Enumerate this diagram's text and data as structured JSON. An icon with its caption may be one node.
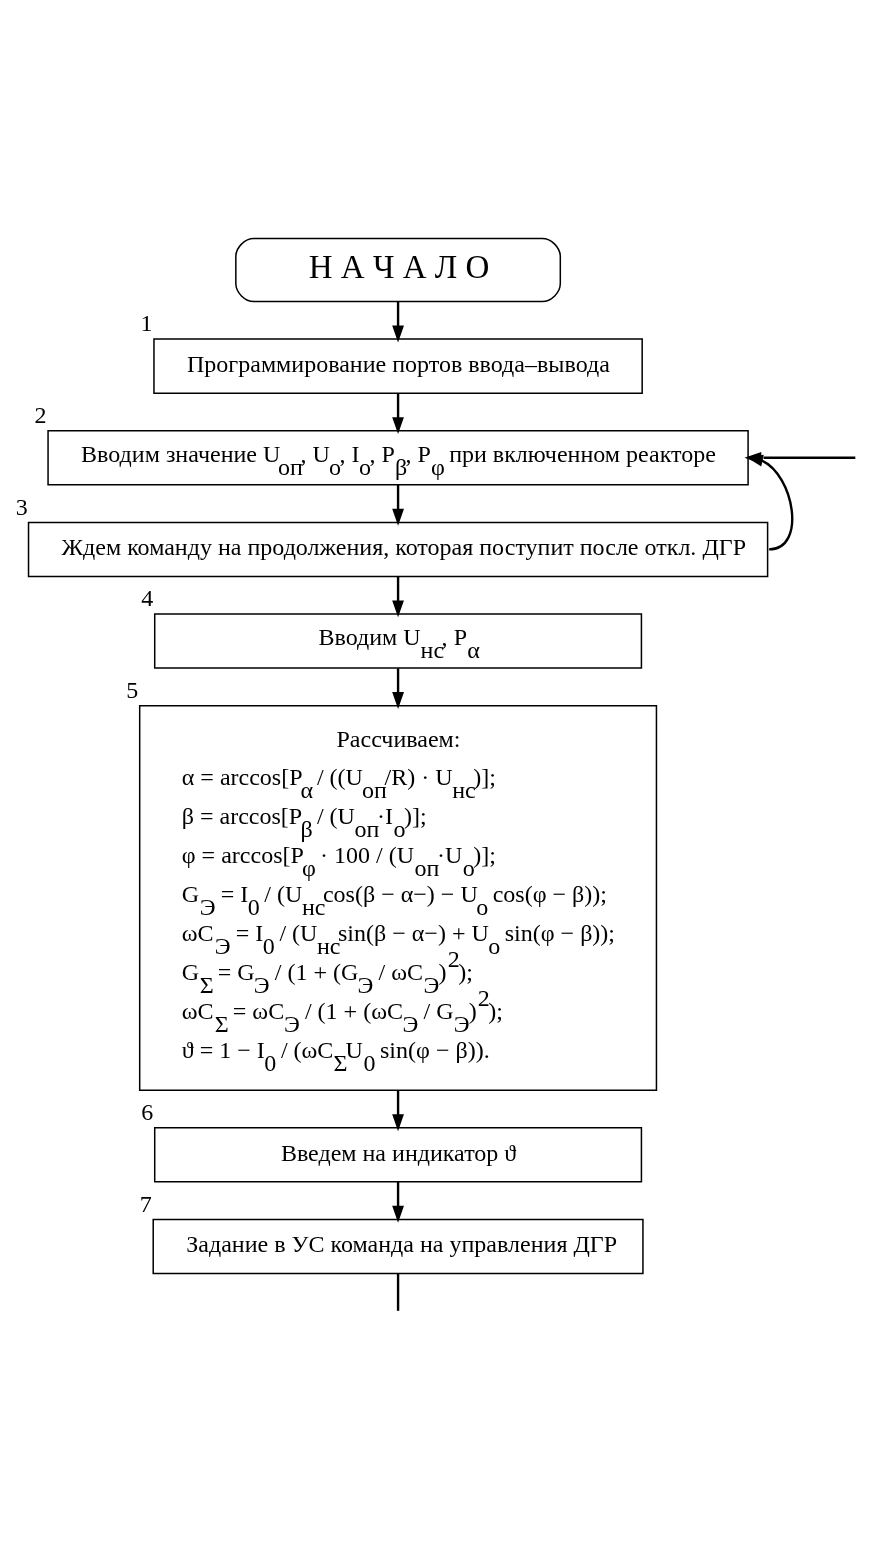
{
  "diagram": {
    "nodes": [
      {
        "text": [
          "Н А Ч А Л О"
        ]
      },
      {
        "text": [
          "Программирование портов ввода–вывода"
        ],
        "beside": [
          "1"
        ]
      },
      {
        "text": [
          "Вводим значение U$_{оп}$, U$_{о}$, I$_{о}$, P$_{β}$, P$_{φ}$ при включенном реакторе"
        ],
        "beside": [
          "2"
        ]
      },
      {
        "text": [
          "Ждем команду на продолжения, которая поступит после откл. ДГР"
        ],
        "beside": [
          "3"
        ]
      },
      {
        "text": [
          "Вводим U$_{нс}$, P$_{α}$"
        ],
        "beside": [
          "4"
        ]
      },
      {
        "text": [
          "Рассчиваем:",
          "α = arccos[P$_{α}$ / ((U$_{оп}$/R) · U$_{нс}$)];",
          "β = arccos[P$_{β}$ / (U$_{оп}$·I$_{о}$)];",
          "φ = arccos[P$_{φ}$ · 100 / (U$_{оп}$·U$_{о}$)];",
          "G$_{Э}$ = I$_{0}$ / (U$_{нс}$cos(β − α−) − U$_{о}$ cos(φ − β));",
          "ωC$_{Э}$ = I$_{0}$ / (U$_{нс}$sin(β − α−) + U$_{о}$ sin(φ − β));",
          "G$_{Σ}$ = G$_{Э}$ / (1 + (G$_{Э}$ / ωC$_{Э}$)$^{2}$);",
          "ωC$_{Σ}$ = ωC$_{Э}$ / (1 + (ωC$_{Э}$ / G$_{Э}$)$^{2}$);",
          "ϑ = 1 − I$_{0}$ / (ωC$_{Σ}$U$_{0}$ sin(φ − β))."
        ],
        "beside": [
          "5"
        ]
      },
      {
        "text": [
          "Введем на индикатор ϑ"
        ],
        "beside": [
          "6"
        ]
      },
      {
        "text": [
          "Задание в УС команда на управления ДГР"
        ],
        "beside": [
          "7"
        ]
      }
    ],
    "edges": [
      {
        "from": 0,
        "to": 1,
        "arrow": "to"
      },
      {
        "from": 1,
        "to": 2,
        "arrow": "to"
      },
      {
        "from": 2,
        "to": 3,
        "arrow": "to"
      },
      {
        "from": 3,
        "to": 2,
        "arrow": "to"
      },
      {
        "from": null,
        "to": 2,
        "arrow": "to"
      },
      {
        "from": 3,
        "to": 4,
        "arrow": "to"
      },
      {
        "from": 4,
        "to": 5,
        "arrow": "to"
      },
      {
        "from": 5,
        "to": 6,
        "arrow": "to"
      },
      {
        "from": 6,
        "to": 7,
        "arrow": "to"
      },
      {
        "from": 7,
        "to": null,
        "arrow": "none"
      }
    ]
  }
}
